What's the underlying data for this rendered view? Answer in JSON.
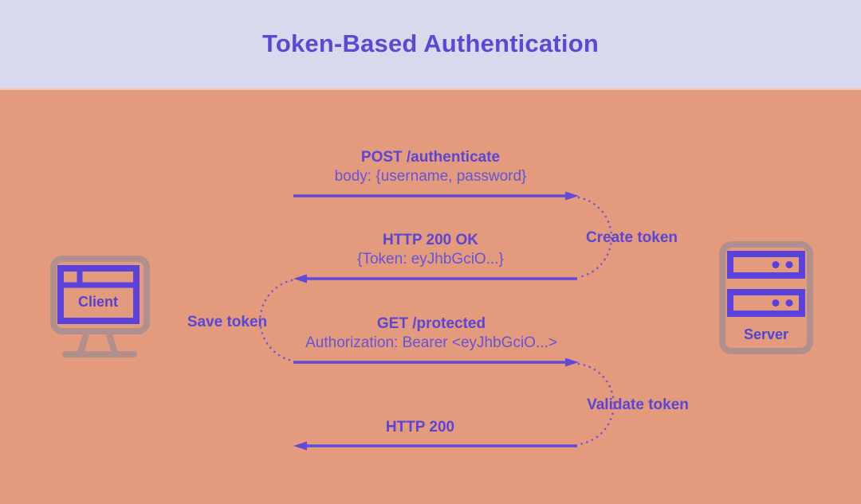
{
  "title": "Token-Based Authentication",
  "actors": {
    "client": {
      "label": "Client",
      "icon": "monitor-browser-icon"
    },
    "server": {
      "label": "Server",
      "icon": "server-rack-icon"
    }
  },
  "messages": [
    {
      "title": "POST /authenticate",
      "subtitle": "body: {username, password}",
      "direction": "client-to-server"
    },
    {
      "title": "HTTP 200 OK",
      "subtitle": "{Token: eyJhbGciO...}",
      "direction": "server-to-client"
    },
    {
      "title": "GET /protected",
      "subtitle": "Authorization: Bearer <eyJhbGciO...>",
      "direction": "client-to-server"
    },
    {
      "title": "HTTP 200",
      "subtitle": "",
      "direction": "server-to-client"
    }
  ],
  "actions": [
    {
      "label": "Create token",
      "side": "server"
    },
    {
      "label": "Save token",
      "side": "client"
    },
    {
      "label": "Validate token",
      "side": "server"
    }
  ],
  "colors": {
    "background": "#e49a7d",
    "header_background": "#d9d9ee",
    "accent_purple": "#5b49d6",
    "arrow_purple": "#5f4bd8",
    "dotted_purple": "#7257da",
    "icon_purple": "#5b42dd",
    "muted_outline": "#b18f8c"
  }
}
